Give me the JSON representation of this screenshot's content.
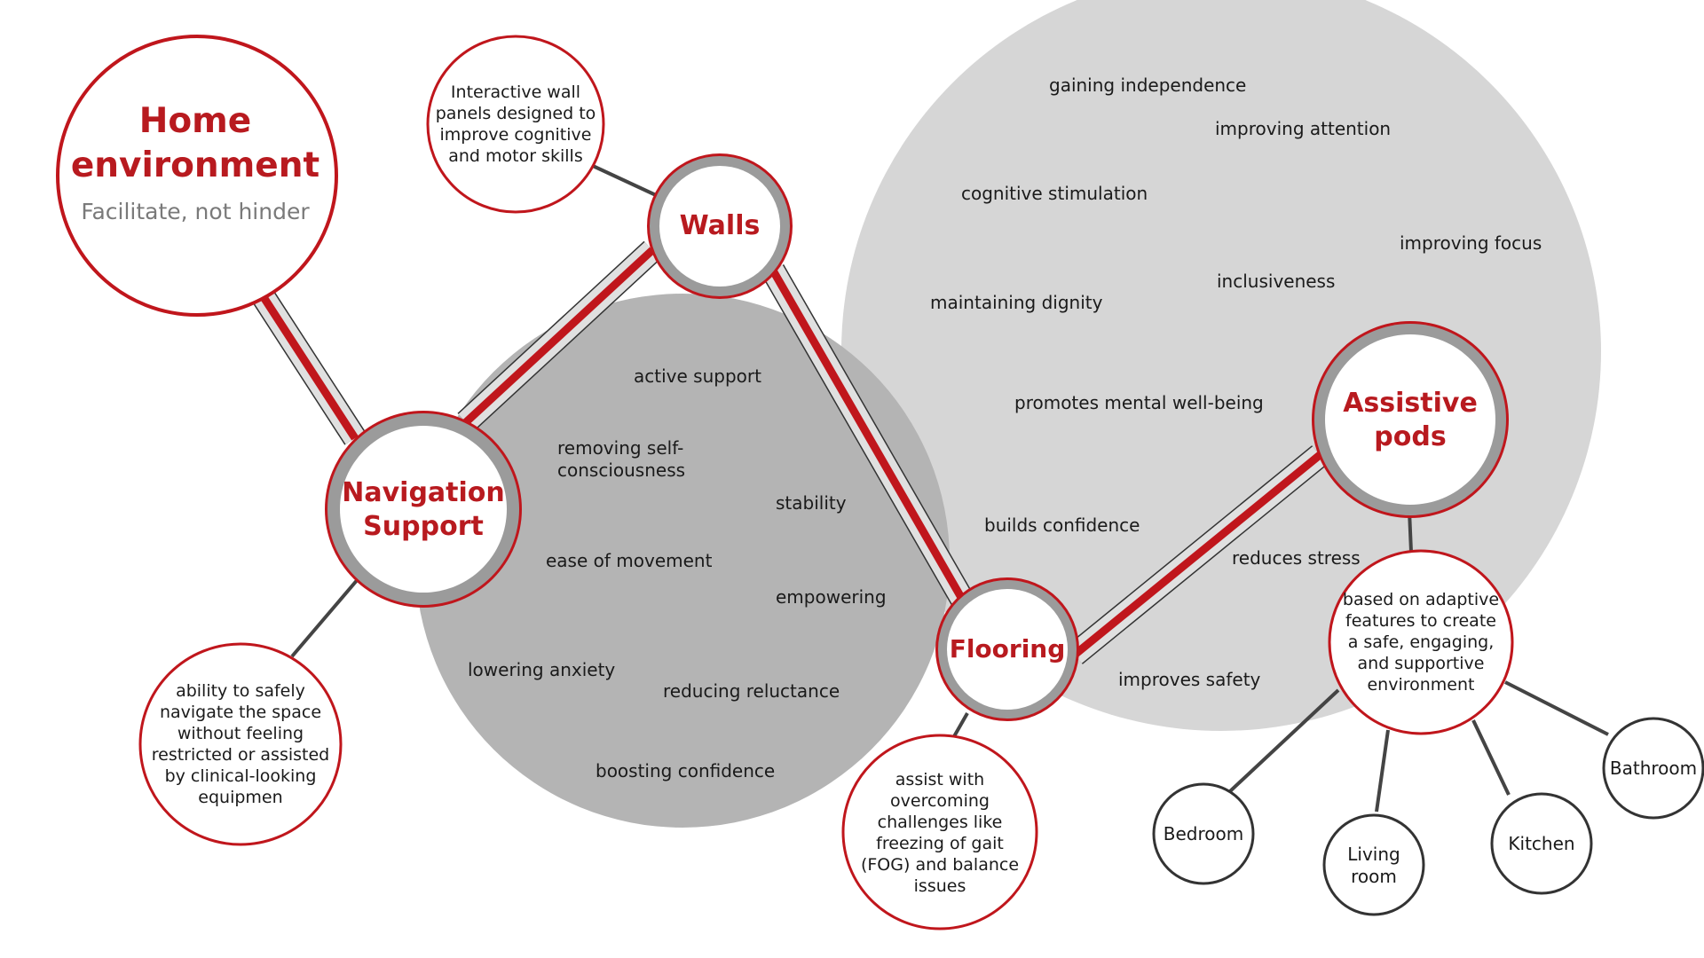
{
  "home": {
    "title": "Home\nenvironment",
    "subtitle": "Facilitate, not hinder"
  },
  "hubs": {
    "walls": "Walls",
    "navigation": "Navigation\nSupport",
    "flooring": "Flooring",
    "pods": "Assistive\npods"
  },
  "notes": {
    "walls": "Interactive wall\npanels designed to\nimprove cognitive\nand motor skills",
    "navigation": "ability to safely\nnavigate the space\nwithout feeling\nrestricted or assisted\nby clinical-looking\nequipmen",
    "flooring": "assist with\novercoming\nchallenges like\nfreezing of gait\n(FOG) and balance\nissues",
    "pods": "based on adaptive\nfeatures to create\na safe, engaging,\nand supportive\nenvironment"
  },
  "rooms": {
    "bedroom": "Bedroom",
    "living": "Living\nroom",
    "kitchen": "Kitchen",
    "bathroom": "Bathroom"
  },
  "benefits_dark": {
    "active_support": "active support",
    "removing": "removing self-\nconsciousness",
    "stability": "stability",
    "ease": "ease of movement",
    "empowering": "empowering",
    "lowering": "lowering anxiety",
    "reducing_reluctance": "reducing reluctance",
    "boosting": "boosting confidence"
  },
  "benefits_light": {
    "independence": "gaining independence",
    "attention": "improving attention",
    "cognitive": "cognitive stimulation",
    "focus": "improving focus",
    "inclusiveness": "inclusiveness",
    "dignity": "maintaining dignity",
    "mental": "promotes mental well-being",
    "confidence": "builds confidence",
    "stress": "reduces stress",
    "safety": "improves safety"
  },
  "colors": {
    "accent": "#c0161c",
    "ring": "#9b9b9b",
    "dark_area": "#b4b4b4",
    "light_area": "#d6d6d6",
    "text": "#1a1a1a"
  }
}
